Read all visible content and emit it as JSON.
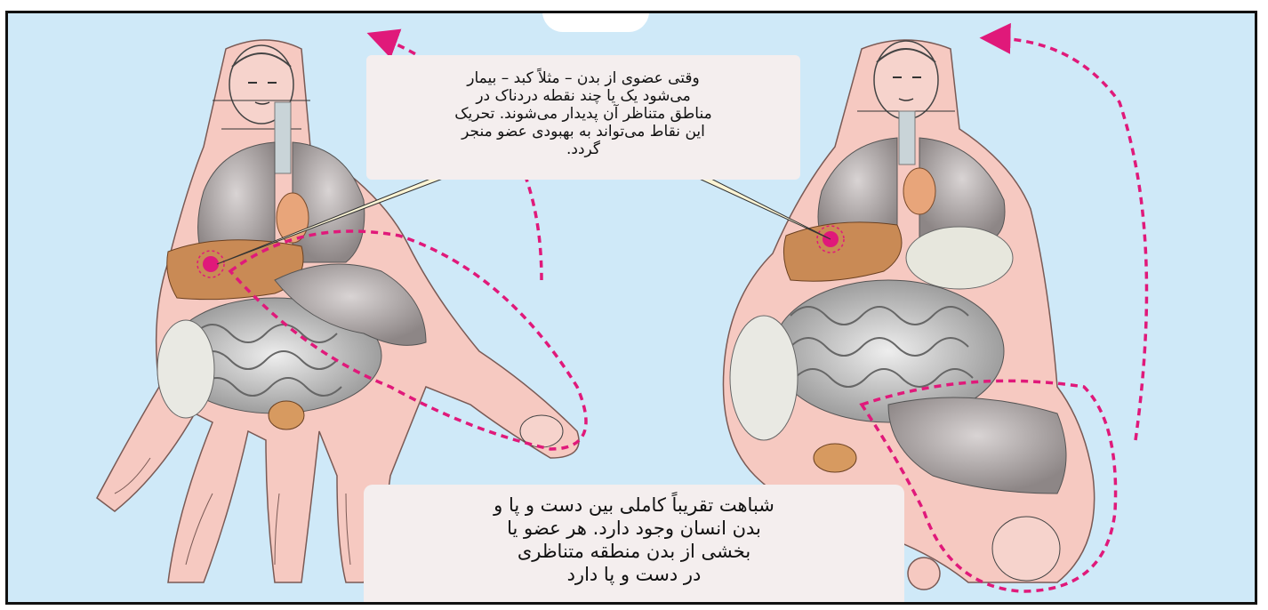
{
  "callout_top": {
    "lines": [
      "وقتی عضوی از بدن – مثلاً کبد – بیمار",
      "می‌شود یک یا چند نقطه دردناک در",
      "مناطق متناظر آن پدیدار می‌شوند. تحریک",
      "این نقاط می‌تواند به بهبودی عضو منجر",
      "گردد."
    ]
  },
  "callout_bottom": {
    "lines": [
      "شباهت تقریباً کاملی بین دست و پا و",
      "بدن انسان وجود دارد. هر عضو یا",
      "بخشی از بدن منطقه متناظری",
      "در دست و پا دارد"
    ]
  },
  "colors": {
    "background": "#cfe9f8",
    "skin": "#f6c9c1",
    "liver": "#c98a55",
    "arrow": "#e0197a",
    "callout_bg": "#f4eeee"
  },
  "figures": {
    "left": "hand-with-organ-map",
    "right": "foot-with-organ-map"
  }
}
